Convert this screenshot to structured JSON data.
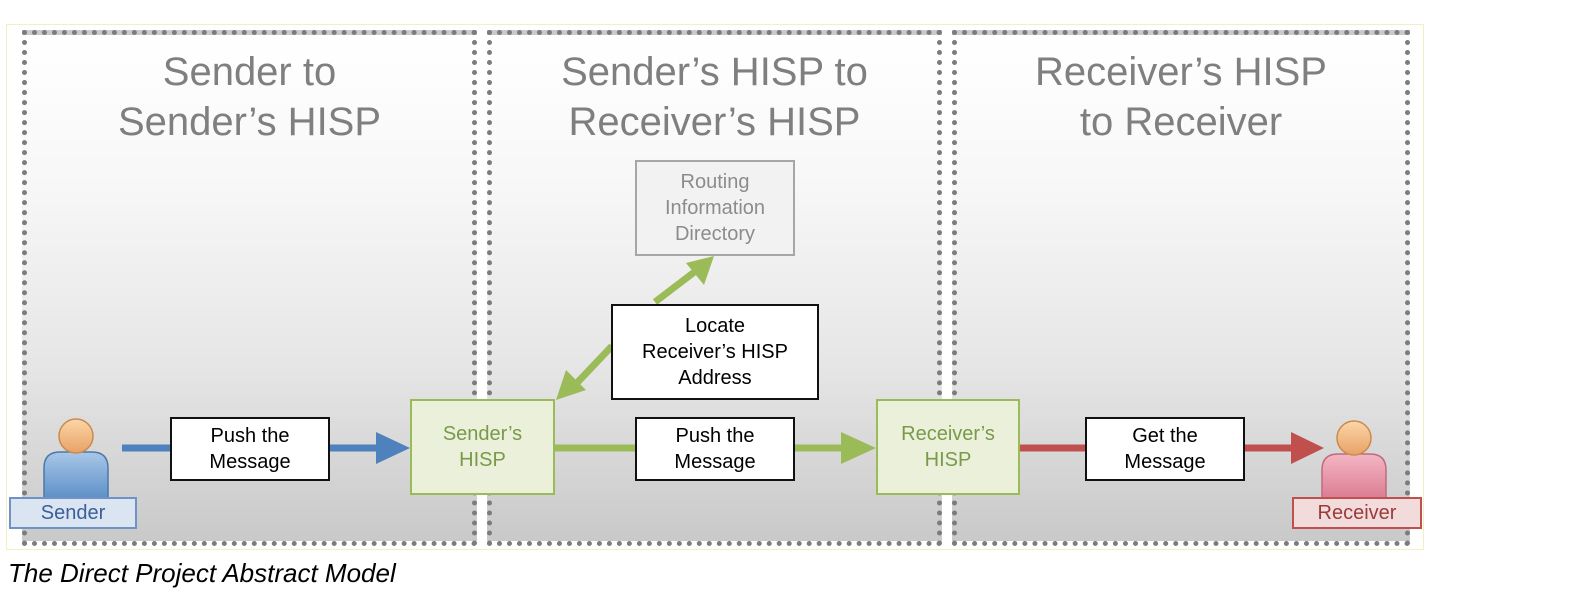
{
  "panels": [
    {
      "title": "Sender to\nSender’s HISP"
    },
    {
      "title": "Sender’s HISP to\nReceiver’s HISP"
    },
    {
      "title": "Receiver’s HISP\nto Receiver"
    }
  ],
  "actors": {
    "sender_label": "Sender",
    "receiver_label": "Receiver"
  },
  "boxes": {
    "push1": "Push the\nMessage",
    "senders_hisp": "Sender’s\nHISP",
    "push2": "Push the\nMessage",
    "receivers_hisp": "Receiver’s\nHISP",
    "get": "Get the\nMessage",
    "locate": "Locate\nReceiver’s HISP\nAddress",
    "routing": "Routing\nInformation\nDirectory"
  },
  "caption": "The Direct Project Abstract Model",
  "colors": {
    "blue_arrow": "#4f81bd",
    "green_arrow": "#9bbb59",
    "red_arrow": "#c0504d"
  }
}
